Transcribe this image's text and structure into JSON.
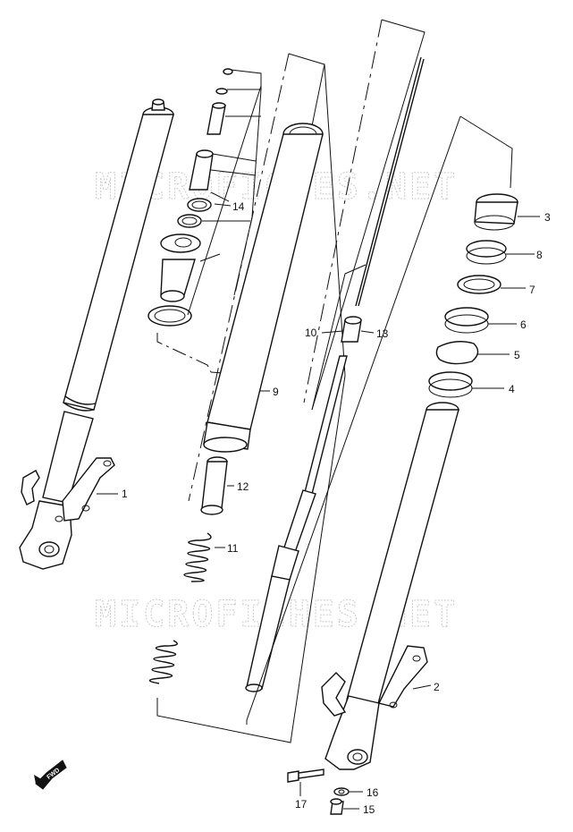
{
  "watermark": {
    "text_top": "MICROFICHES.NET",
    "text_bottom": "MICROFICHES.NET"
  },
  "fwd_label": "FWD",
  "callouts": [
    {
      "id": "1",
      "label": "1"
    },
    {
      "id": "2",
      "label": "2"
    },
    {
      "id": "3",
      "label": "3"
    },
    {
      "id": "4",
      "label": "4"
    },
    {
      "id": "5",
      "label": "5"
    },
    {
      "id": "6",
      "label": "6"
    },
    {
      "id": "7",
      "label": "7"
    },
    {
      "id": "8",
      "label": "8"
    },
    {
      "id": "9",
      "label": "9"
    },
    {
      "id": "10",
      "label": "10"
    },
    {
      "id": "11",
      "label": "11"
    },
    {
      "id": "12",
      "label": "12"
    },
    {
      "id": "13",
      "label": "13"
    },
    {
      "id": "14",
      "label": "14"
    },
    {
      "id": "15",
      "label": "15"
    },
    {
      "id": "16",
      "label": "16"
    },
    {
      "id": "17",
      "label": "17"
    }
  ]
}
